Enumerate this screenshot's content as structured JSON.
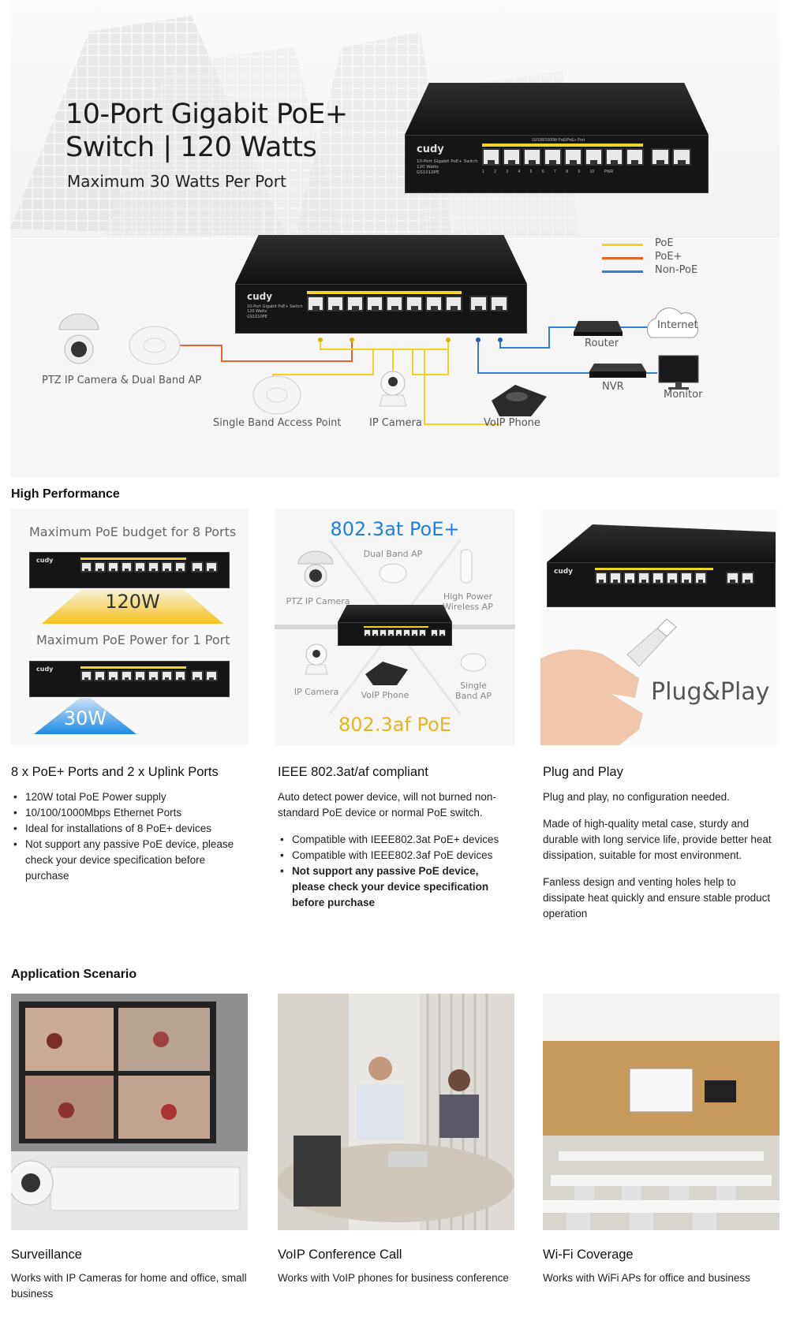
{
  "hero": {
    "title": "10-Port Gigabit PoE+ Switch | 120 Watts",
    "subtitle": "Maximum 30 Watts Per Port",
    "device": {
      "logo": "cudy",
      "model_lines": [
        "10-Port Gigabit PoE+ Switch",
        "120 Watts",
        "GS1010PE"
      ],
      "port_header": "10/100/1000M PoE/PoE+ Port",
      "port_numbers": [
        "1",
        "2",
        "3",
        "4",
        "5",
        "6",
        "7",
        "8",
        "9",
        "10",
        "PWR"
      ]
    }
  },
  "topology": {
    "legend": [
      {
        "label": "PoE",
        "color": "#f2d21f"
      },
      {
        "label": "PoE+",
        "color": "#e8622a"
      },
      {
        "label": "Non-PoE",
        "color": "#2f7fd1"
      }
    ],
    "devices": {
      "ptz": "PTZ IP Camera & Dual Band AP",
      "single_ap": "Single Band Access Point",
      "ip_camera": "IP Camera",
      "voip": "VoIP Phone",
      "router": "Router",
      "internet": "Internet",
      "nvr": "NVR",
      "monitor": "Monitor"
    }
  },
  "high_performance": {
    "heading": "High Performance",
    "panel1": {
      "caption_top": "Maximum PoE budget for 8 Ports",
      "value_top": "120W",
      "caption_bottom": "Maximum PoE Power for 1 Port",
      "value_bottom": "30W"
    },
    "panel2": {
      "top_standard": "802.3at PoE+",
      "bottom_standard": "802.3af PoE",
      "labels": {
        "dual_band": "Dual Band AP",
        "ptz": "PTZ IP Camera",
        "high_power": "High Power Wireless AP",
        "ip_camera": "IP Camera",
        "voip": "VoIP Phone",
        "single_band": "Single Band AP"
      }
    },
    "panel3": {
      "text": "Plug&Play"
    },
    "columns": [
      {
        "title": "8 x PoE+ Ports and 2 x Uplink Ports",
        "bullets": [
          "120W total PoE Power supply",
          "10/100/1000Mbps Ethernet Ports",
          "Ideal for installations of 8 PoE+ devices",
          "Not support any passive PoE device, please check your device specification before purchase"
        ]
      },
      {
        "title": "IEEE 802.3at/af compliant",
        "intro": "Auto detect power device, will not burned non-standard PoE device or normal PoE switch.",
        "bullets": [
          "Compatible with IEEE802.3at PoE+ devices",
          "Compatible with IEEE802.3af PoE devices"
        ],
        "bold_bullet": "Not support any passive PoE device, please check your device specification before purchase"
      },
      {
        "title": "Plug and Play",
        "paragraphs": [
          "Plug and play, no configuration needed.",
          "Made of high-quality metal case, sturdy and durable with long service life, provide better heat dissipation, suitable for most environment.",
          "Fanless design and venting holes help to dissipate heat quickly and ensure stable product operation"
        ]
      }
    ]
  },
  "application": {
    "heading": "Application Scenario",
    "scenes": [
      {
        "title": "Surveillance",
        "text": "Works with IP Cameras for home and office, small business"
      },
      {
        "title": "VoIP Conference Call",
        "text": "Works with VoIP phones for business conference"
      },
      {
        "title": "Wi-Fi Coverage",
        "text": "Works with WiFi APs for office and business"
      }
    ]
  }
}
